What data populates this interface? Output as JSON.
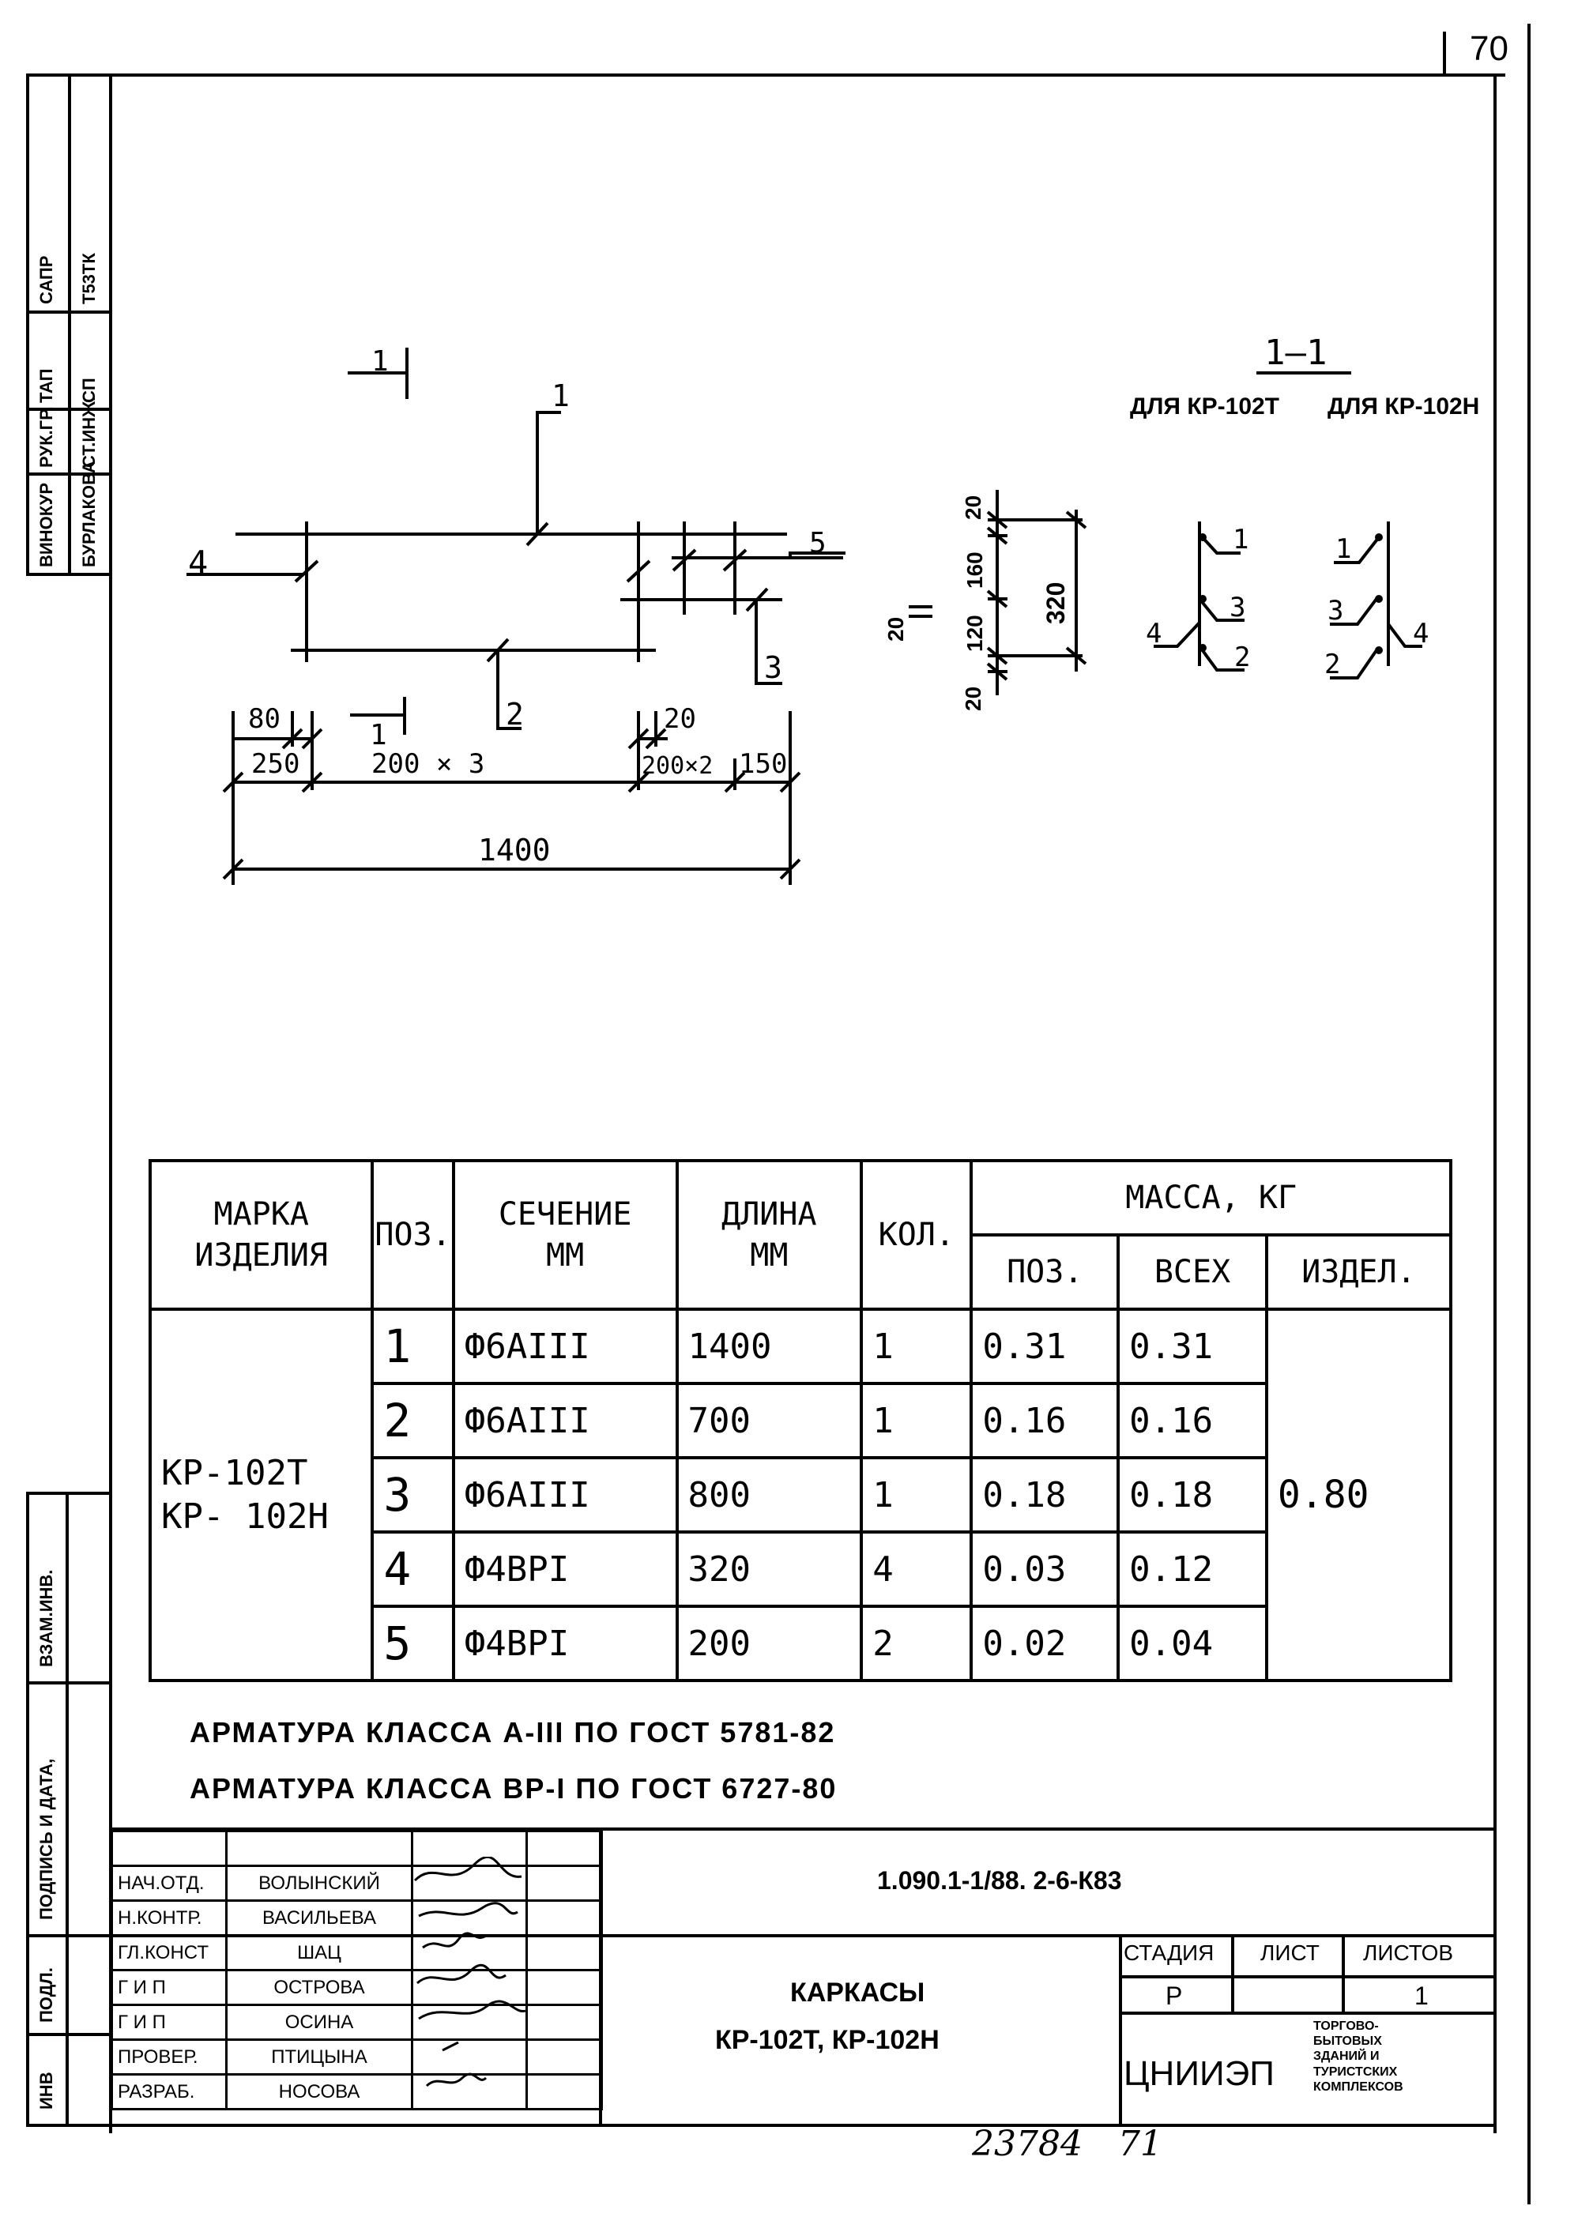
{
  "sheet_number": "70",
  "side_stamp": {
    "labels": [
      "САПР",
      "ТАП",
      "РУК.ГР.",
      "ВИНОКУР"
    ],
    "values": [
      "Т53ТК",
      "СП",
      "СТ.ИНЖ.",
      "БУРЛАКОВА"
    ]
  },
  "side_columns": {
    "vzam": "ВЗАМ.ИНВ.",
    "podpis": "ПОДПИСЬ И ДАТА,",
    "podl": "ПОДЛ.",
    "inv": "ИНВ"
  },
  "drawing": {
    "section_mark_top": "1",
    "section_mark_bottom": "1",
    "pos1": "1",
    "pos2": "2",
    "pos3": "3",
    "pos4": "4",
    "pos5": "5",
    "dim_80": "80",
    "dim_250": "250",
    "dim_200x3": "200 × 3",
    "dim_20": "20",
    "dim_200x2": "200×2",
    "dim_150": "150",
    "dim_1400": "1400",
    "v_20a": "20",
    "v_160": "160",
    "v_120": "120",
    "v_20b": "20",
    "v_320": "320",
    "v_20c": "20"
  },
  "section": {
    "title": "1—1",
    "caption_t": "ДЛЯ КР-102Т",
    "caption_n": "ДЛЯ КР-102Н",
    "l1": "1",
    "l3": "3",
    "l2": "2",
    "l4": "4",
    "r1": "1",
    "r3": "3",
    "r2": "2",
    "r4": "4"
  },
  "table": {
    "headers": {
      "marka": "МАРКА\nИЗДЕЛИЯ",
      "poz": "ПОЗ.",
      "sechenie": "СЕЧЕНИЕ\nММ",
      "dlina": "ДЛИНА\nММ",
      "kol": "КОЛ.",
      "massa": "МАССА, КГ",
      "m_poz": "ПОЗ.",
      "m_vseh": "ВСЕХ",
      "m_izdel": "ИЗДЕЛ."
    },
    "mark": "КР-102Т\nКР- 102Н",
    "rows": [
      {
        "poz": "1",
        "sech": "Ф6АIII",
        "dlina": "1400",
        "kol": "1",
        "m_poz": "0.31",
        "m_vseh": "0.31"
      },
      {
        "poz": "2",
        "sech": "Ф6АIII",
        "dlina": "700",
        "kol": "1",
        "m_poz": "0.16",
        "m_vseh": "0.16"
      },
      {
        "poz": "3",
        "sech": "Ф6АIII",
        "dlina": "800",
        "kol": "1",
        "m_poz": "0.18",
        "m_vseh": "0.18"
      },
      {
        "poz": "4",
        "sech": "Ф4ВРI",
        "dlina": "320",
        "kol": "4",
        "m_poz": "0.03",
        "m_vseh": "0.12"
      },
      {
        "poz": "5",
        "sech": "Ф4ВРI",
        "dlina": "200",
        "kol": "2",
        "m_poz": "0.02",
        "m_vseh": "0.04"
      }
    ],
    "total": "0.80"
  },
  "notes": [
    "АРМАТУРА КЛАССА А-III  ПО ГОСТ 5781-82",
    "АРМАТУРА КЛАССА ВР-I  ПО ГОСТ 6727-80"
  ],
  "title_block": {
    "roles": [
      "НАЧ.ОТД.",
      "Н.КОНТР.",
      "ГЛ.КОНСТ",
      "Г И П",
      "Г И П",
      "ПРОВЕР.",
      "РАЗРАБ."
    ],
    "names": [
      "ВОЛЫНСКИЙ",
      "ВАСИЛЬЕВА",
      "ШАЦ",
      "ОСТРОВА",
      "ОСИНА",
      "ПТИЦЫНА",
      "НОСОВА"
    ],
    "doc_code": "1.090.1-1/88. 2-6-К83",
    "title_line1": "КАРКАСЫ",
    "title_line2": "КР-102Т, КР-102Н",
    "stadia_label": "СТАДИЯ",
    "list_label": "ЛИСТ",
    "listov_label": "ЛИСТОВ",
    "stadia": "Р",
    "list": "",
    "listov": "1",
    "org": "ЦНИИЭП",
    "org_desc": "ТОРГОВО-\nБЫТОВЫХ\nЗДАНИЙ И\nТУРИСТСКИХ\nКОМПЛЕКСОВ"
  },
  "archive_number": "23784",
  "archive_page": "71"
}
